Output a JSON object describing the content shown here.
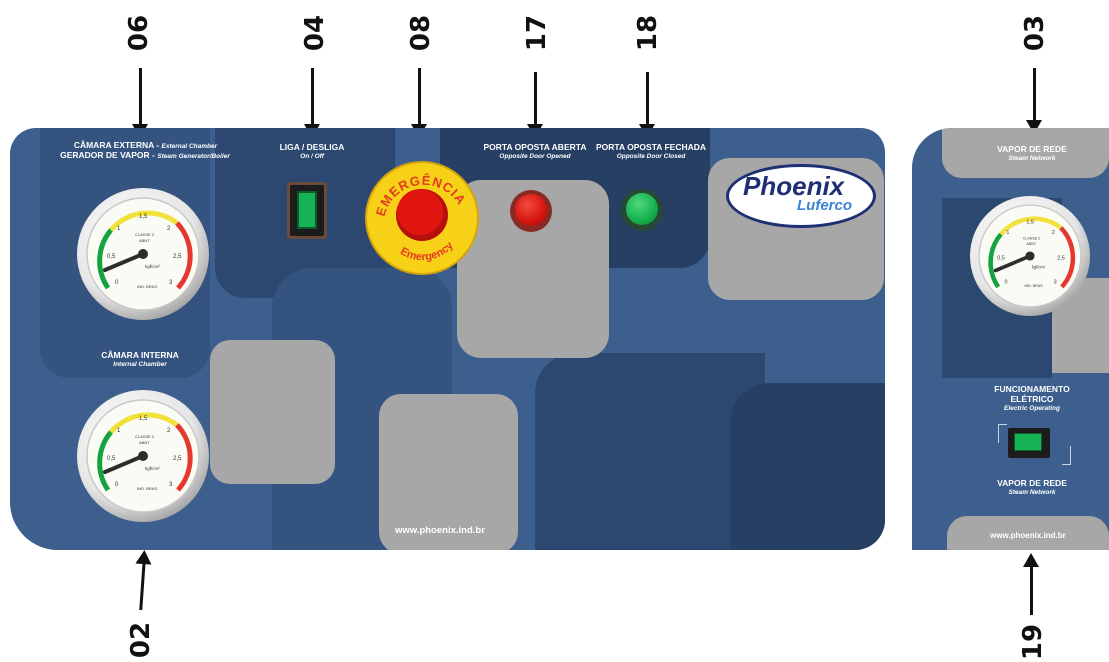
{
  "callouts": {
    "c06": "06",
    "c04": "04",
    "c08": "08",
    "c17": "17",
    "c18": "18",
    "c03": "03",
    "c02": "02",
    "c19": "19"
  },
  "main_panel": {
    "external_chamber_label": "CÂMARA EXTERNA -",
    "external_chamber_sub": "External Chamber",
    "steam_generator_label": "GERADOR DE VAPOR -",
    "steam_generator_sub": "Steam Generator/Boiler",
    "internal_chamber_label": "CÂMARA INTERNA",
    "internal_chamber_sub": "Internal Chamber",
    "on_off_label": "LIGA / DESLIGA",
    "on_off_sub": "On / Off",
    "emergency_top": "EMERGÊNCIA",
    "emergency_bottom": "Emergency",
    "door_open_label": "PORTA OPOSTA ABERTA",
    "door_open_sub": "Opposite Door Opened",
    "door_closed_label": "PORTA OPOSTA FECHADA",
    "door_closed_sub": "Opposite Door Closed",
    "logo_top": "Phoenix",
    "logo_bottom": "Luferco",
    "website": "www.phoenix.ind.br"
  },
  "side_panel": {
    "steam_network_label": "VAPOR DE REDE",
    "steam_network_sub": "Steam Network",
    "electric_label_1": "FUNCIONAMENTO",
    "electric_label_2": "ELÉTRICO",
    "electric_sub": "Electric Operating",
    "steam_network_label_2": "VAPOR DE REDE",
    "steam_network_sub_2": "Steam Network",
    "website": "www.phoenix.ind.br"
  },
  "gauge": {
    "ticks": [
      "0",
      "0,5",
      "1",
      "1,5",
      "2",
      "2,5",
      "3"
    ],
    "class_text": "CLASSE 2",
    "abnt_text": "ABNT",
    "unit": "kgf/cm²",
    "origin": "IND. BRAS."
  },
  "colors": {
    "panel_blue": "#3d5f8e",
    "emergency_yellow": "#f7d117",
    "emergency_red": "#e0150f",
    "switch_green": "#17b455",
    "lamp_red": "#d6140e",
    "lamp_green": "#14b04c"
  }
}
